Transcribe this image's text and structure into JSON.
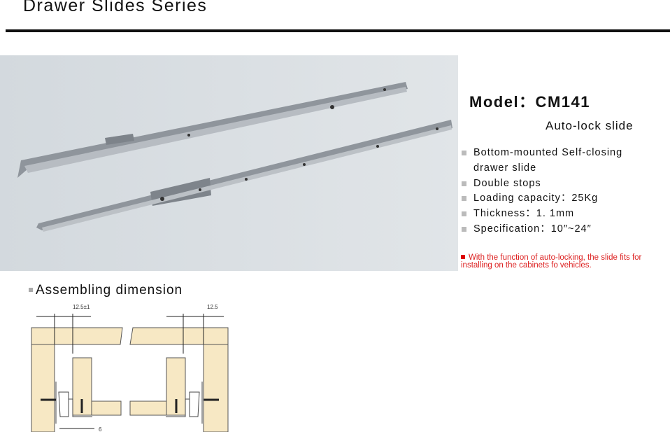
{
  "header": {
    "title": "Drawer Slides Series"
  },
  "product": {
    "model_label": "Model：CM141",
    "subtitle": "Auto-lock slide",
    "features": [
      "Bottom-mounted Self-closing",
      "drawer slide",
      "Double stops",
      "Loading capacity：25Kg",
      "Thickness：1. 1mm",
      "Specification：10″~24″"
    ],
    "note": "With the function of auto-locking, the slide fits for installing on the cabinets fo vehicles."
  },
  "assembly": {
    "title": "Assembling dimension",
    "dim_left": "12.5±1",
    "dim_right": "12.5",
    "dim_bottom": "6"
  }
}
